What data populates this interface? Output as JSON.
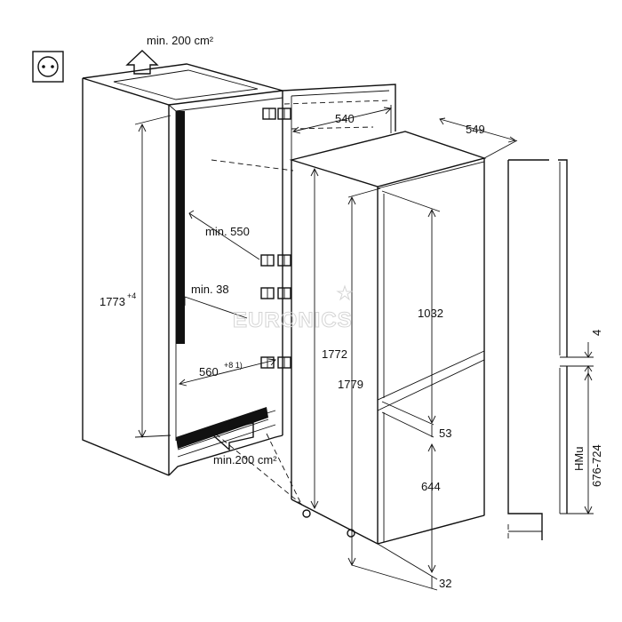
{
  "labels": {
    "vent_top": "min. 200 cm²",
    "vent_bottom": "min.200 cm²",
    "depth_550": "min. 550",
    "gap_38": "min. 38",
    "niche_height": "1773",
    "niche_height_tol": "+4",
    "niche_width": "560",
    "niche_width_tol": "+8 1)",
    "door_width": "540",
    "appliance_depth": "549",
    "appliance_height": "1772",
    "overall_height": "1779",
    "upper_door": "1032",
    "door_gap": "53",
    "lower_door": "644",
    "plinth": "32",
    "rail_gap": "4",
    "rail_name": "HMu",
    "rail_range": "676-724"
  },
  "watermark": "EURONICS",
  "colors": {
    "line": "#111111",
    "seal": "#111111",
    "watermark": "#d0d0d0"
  },
  "icons": {
    "socket": "power-socket-icon",
    "vent_up": "arrow-up-icon",
    "vent_in": "arrow-left-icon"
  }
}
